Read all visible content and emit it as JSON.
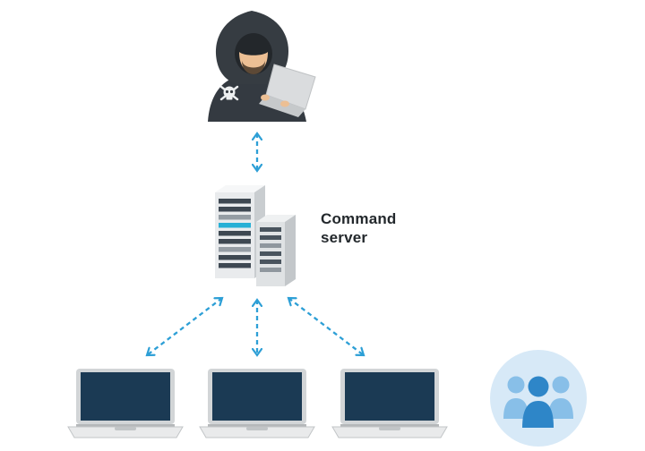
{
  "diagram": {
    "type": "network-diagram",
    "nodes": {
      "attacker": {
        "icon": "hooded-hacker-with-laptop-icon"
      },
      "command_server": {
        "icon": "server-towers-icon",
        "label_line1": "Command",
        "label_line2": "server"
      },
      "bots": [
        {
          "icon": "laptop-icon"
        },
        {
          "icon": "laptop-icon"
        },
        {
          "icon": "laptop-icon"
        }
      ],
      "users": {
        "icon": "user-group-icon"
      }
    },
    "edges": [
      {
        "from": "attacker",
        "to": "command_server",
        "style": "dashed",
        "bidirectional": true
      },
      {
        "from": "command_server",
        "to": "bot-1",
        "style": "dashed",
        "bidirectional": true
      },
      {
        "from": "command_server",
        "to": "bot-2",
        "style": "dashed",
        "bidirectional": true
      },
      {
        "from": "command_server",
        "to": "bot-3",
        "style": "dashed",
        "bidirectional": true
      }
    ],
    "colors": {
      "background": "#ffffff",
      "arrow": "#2d9fd6",
      "laptop_screen": "#1b3a54",
      "laptop_frame": "#d2d5d7",
      "server_front": "#e9ebed",
      "server_slot": "#3e4852",
      "server_accent": "#27b0d6",
      "hoodie": "#343a41",
      "users_circle_bg": "#d7e9f7",
      "user_front": "#2e86c8",
      "user_back": "#88bfe8"
    }
  }
}
